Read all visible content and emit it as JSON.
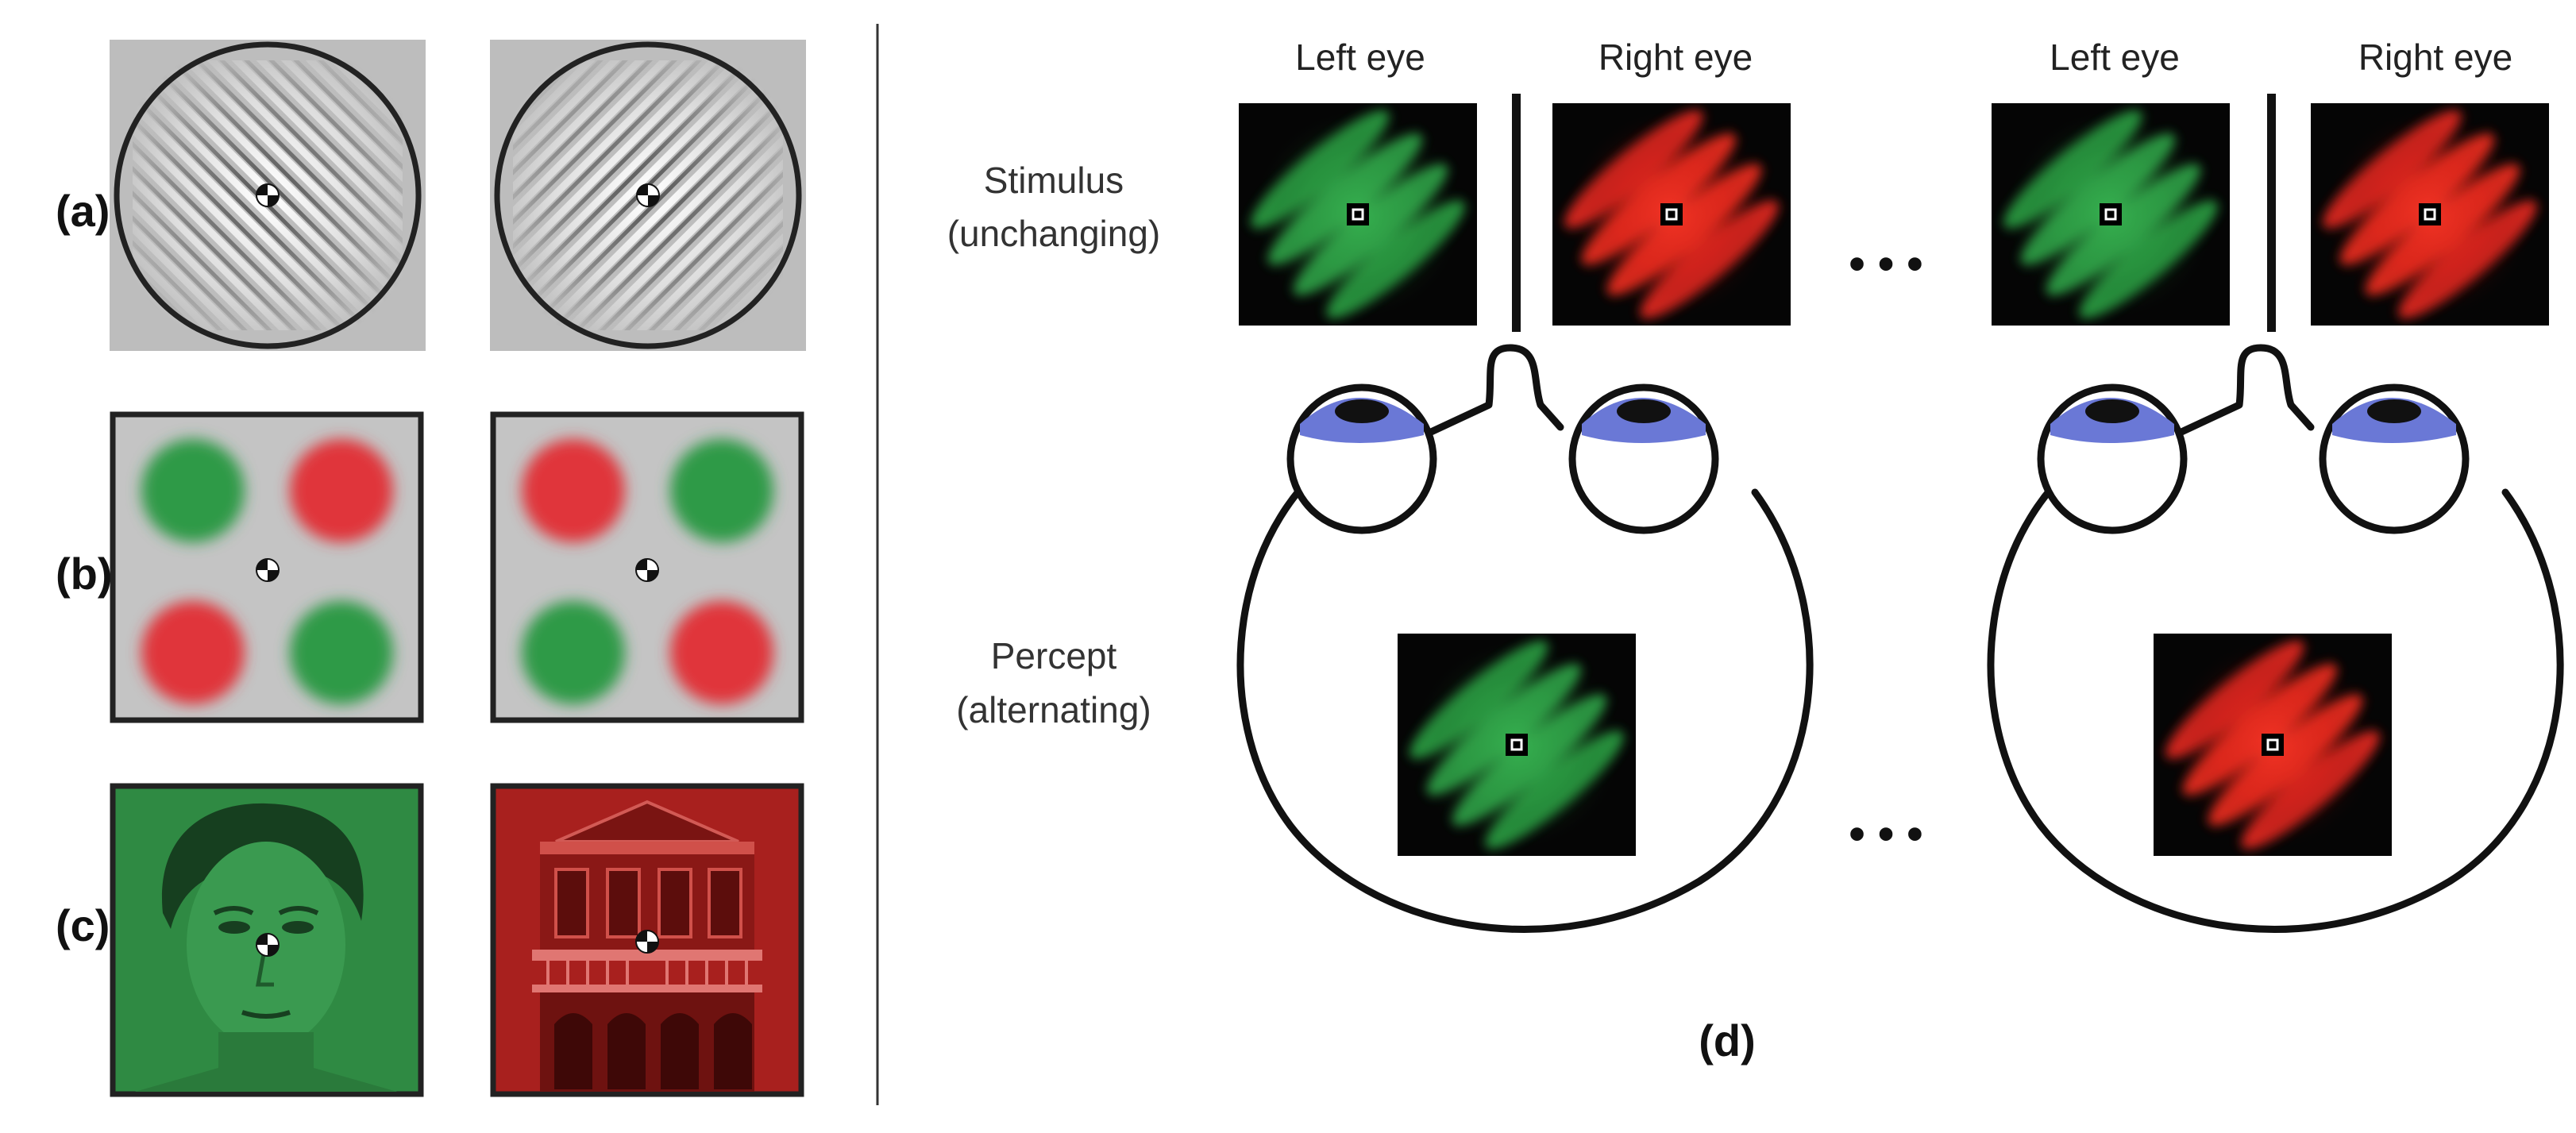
{
  "panels": {
    "a": {
      "label": "(a)"
    },
    "b": {
      "label": "(b)"
    },
    "c": {
      "label": "(c)"
    },
    "d": {
      "label": "(d)"
    }
  },
  "eyes": {
    "left": "Left eye",
    "right": "Right eye"
  },
  "rows": {
    "stimulus_line1": "Stimulus",
    "stimulus_line2": "(unchanging)",
    "percept_line1": "Percept",
    "percept_line2": "(alternating)"
  },
  "ellipsis": "• • •",
  "colors": {
    "green": "#2e9a46",
    "red": "#e0262a",
    "gray_bg": "#bdbdbd",
    "iris": "#6a78d6",
    "pupil": "#111111",
    "face_green": "#2f8a43",
    "house_red": "#a8201e"
  }
}
